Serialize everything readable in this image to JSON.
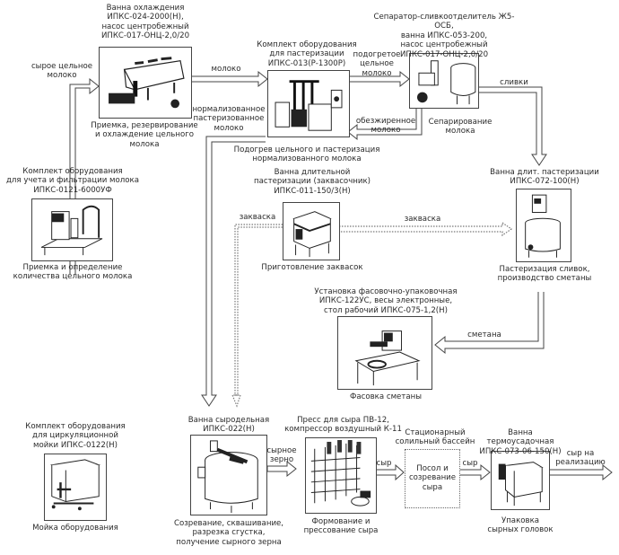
{
  "units": [
    {
      "id": "cooling",
      "equipment": "Ванна охлаждения\nИПКС-024-2000(Н),\nнасос центробежный\nИПКС-017-ОНЦ-2,0/20",
      "process": "Приемка, резервирование\nи охлаждение цельного\nмолока",
      "icon": "horizontal-tank-icon"
    },
    {
      "id": "pasteurization",
      "equipment": "Комплект оборудования\nдля пастеризации\nИПКС-013(Р-1300Р)",
      "process": "Подогрев цельного и пастеризация\nнормализованного молока",
      "icon": "pasteurizer-icon"
    },
    {
      "id": "separator",
      "equipment": "Сепаратор-сливкоотделитель Ж5-ОСБ,\nванна ИПКС-053-200,\nнасос центробежный\nИПКС-017-ОНЦ-2,0/20",
      "process": "Сепарирование\nмолока",
      "icon": "separator-icon"
    },
    {
      "id": "metering",
      "equipment": "Комплект оборудования\nдля учета и фильтрации молока\nИПКС-0121-6000УФ",
      "process": "Приемка и определение\nколичества цельного молока",
      "icon": "metering-unit-icon"
    },
    {
      "id": "starter",
      "equipment": "Ванна длительной\nпастеризации (заквасочник)\nИПКС-011-150/3(Н)",
      "process": "Приготовление заквасок",
      "icon": "starter-tank-icon"
    },
    {
      "id": "cream_past",
      "equipment": "Ванна длит. пастеризации\nИПКС-072-100(Н)",
      "process": "Пастеризация сливок,\nпроизводство сметаны",
      "icon": "cream-tank-icon"
    },
    {
      "id": "filling",
      "equipment": "Установка фасовочно-упаковочная\nИПКС-122УС, весы электронные,\nстол рабочий ИПКС-075-1,2(Н)",
      "process": "Фасовка  сметаны",
      "icon": "filling-table-icon"
    },
    {
      "id": "cip",
      "equipment": "Комплект оборудования\nдля циркуляционной\nмойки ИПКС-0122(Н)",
      "process": "Мойка оборудования",
      "icon": "cip-unit-icon"
    },
    {
      "id": "cheese_vat",
      "equipment": "Ванна сыродельная\nИПКС-022(Н)",
      "process": "Созревание, сквашивание,\nразрезка сгустка,\nполучение сырного зерна",
      "icon": "cheese-vat-icon"
    },
    {
      "id": "press",
      "equipment": "Пресс для сыра ПВ-12,\nкомпрессор воздушный К-11",
      "process": "Формование и\nпрессование сыра",
      "icon": "cheese-press-icon"
    },
    {
      "id": "brine",
      "equipment": "Стационарный\nсолильный бассейн",
      "process": "Посол и\nсозревание\nсыра",
      "icon": ""
    },
    {
      "id": "shrink",
      "equipment": "Ванна термоусадочная\nИПКС-073-06-150(Н)",
      "process": "Упаковка\nсырных головок",
      "icon": "shrink-tank-icon"
    }
  ],
  "flows": {
    "raw_milk": "сырое цельное\nмолоко",
    "milk": "молоко",
    "heated_milk": "подогретое\nцельное\nмолоко",
    "normalized_milk": "нормализованное\nпастеризованное\nмолоко",
    "skim_milk": "обезжиренное\nмолоко",
    "cream": "сливки",
    "starter_left": "закваска",
    "starter_right": "закваска",
    "sour_cream": "сметана",
    "curd": "сырное\nзерно",
    "cheese1": "сыр",
    "cheese2": "сыр",
    "to_sale": "сыр на\nреализацию"
  }
}
